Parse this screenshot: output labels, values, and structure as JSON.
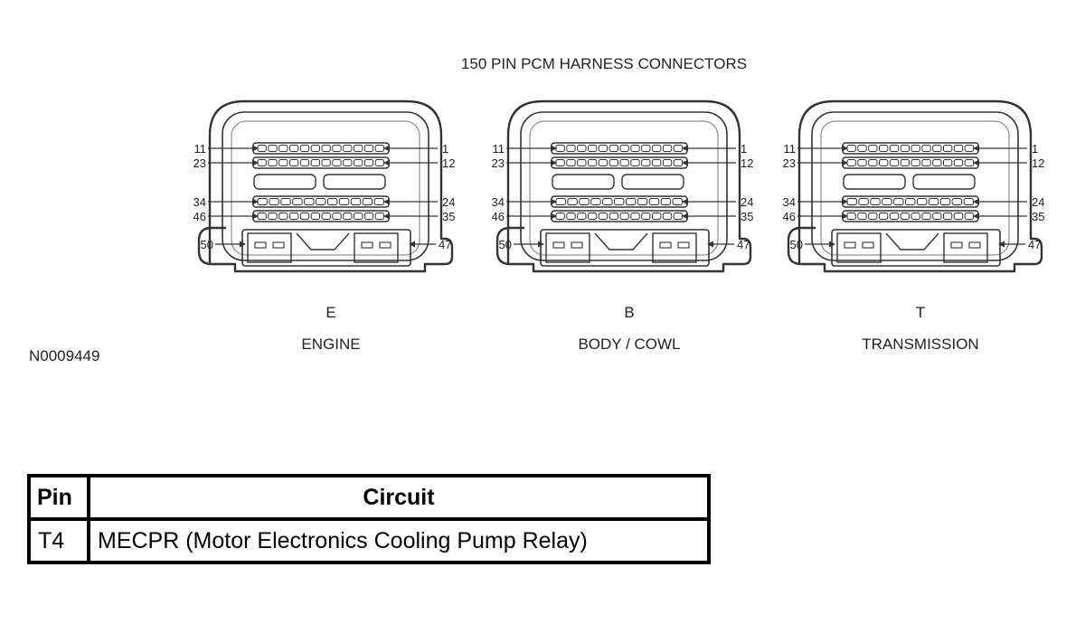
{
  "figure": {
    "title": "150 PIN PCM HARNESS CONNECTORS",
    "figure_id": "N0009449",
    "connectors": [
      {
        "letter": "E",
        "name": "ENGINE"
      },
      {
        "letter": "B",
        "name": "BODY / COWL"
      },
      {
        "letter": "T",
        "name": "TRANSMISSION"
      }
    ],
    "pin_labels": {
      "row1_left": "11",
      "row1_right": "1",
      "row2_left": "23",
      "row2_right": "12",
      "row3_left": "34",
      "row3_right": "24",
      "row4_left": "46",
      "row4_right": "35",
      "lower_left": "50",
      "lower_right": "47"
    }
  },
  "table": {
    "headers": {
      "pin": "Pin",
      "circuit": "Circuit"
    },
    "rows": [
      {
        "pin": "T4",
        "circuit": "MECPR (Motor Electronics Cooling Pump Relay)"
      }
    ]
  }
}
